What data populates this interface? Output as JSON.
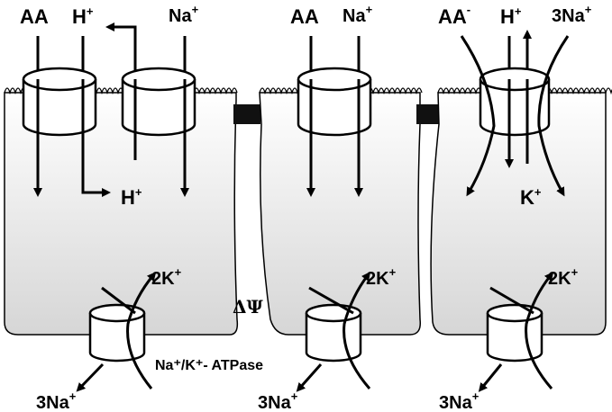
{
  "labels": {
    "c1_aa": "AA",
    "c1_h": "H",
    "c1_na": "Na",
    "c1_h_out": "H",
    "c2_aa": "AA",
    "c2_na": "Na",
    "c3_aa": "AA",
    "c3_h": "H",
    "c3_na": "3Na",
    "c3_k": "K",
    "k2_1": "2K",
    "k2_2": "2K",
    "k2_3": "2K",
    "na3_1": "3Na",
    "na3_2": "3Na",
    "na3_3": "3Na",
    "delta_psi": "ΔΨ",
    "atpase": "Na⁺/K⁺- ATPase"
  },
  "superscripts": {
    "plus": "+",
    "minus": "-"
  },
  "colors": {
    "cell_fill_top": "#ffffff",
    "cell_fill_bottom": "#d9d9d9",
    "stroke": "#000000",
    "junction": "#111111"
  }
}
